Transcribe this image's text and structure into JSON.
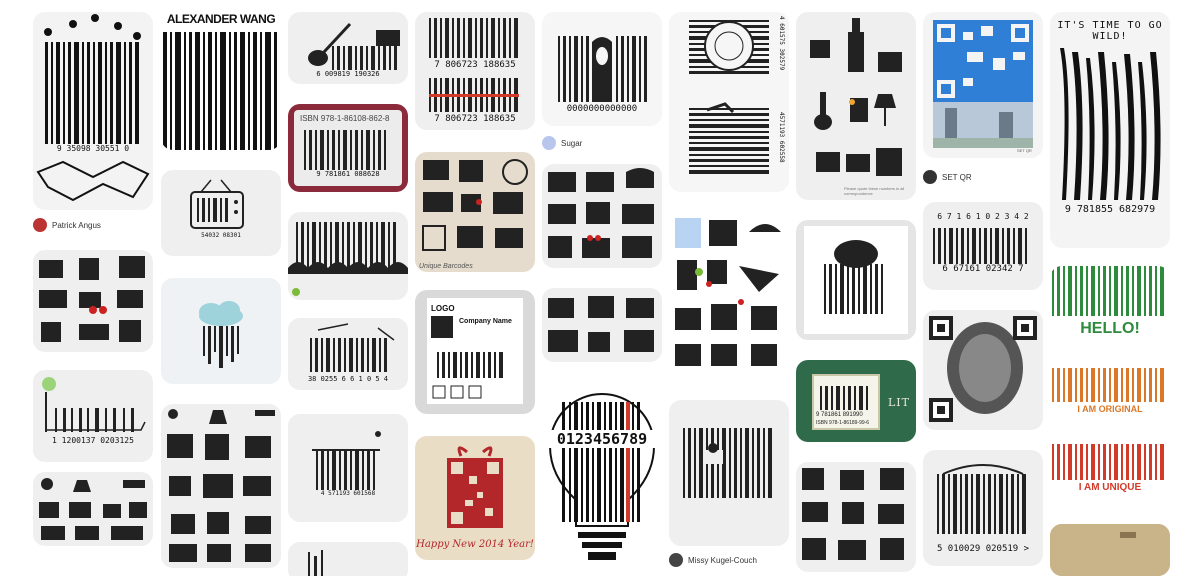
{
  "feed": {
    "attributions": {
      "patrick": "Patrick Angus",
      "sugar": "Sugar",
      "setqr": "SET QR",
      "missy": "Missy Kugel-Couch"
    },
    "pins": {
      "c1p1_digits": "9  35098  30551  0",
      "c1p4_digits": "1  1200137  0203125",
      "c2p1_brand": "ALEXANDER WANG",
      "c2p2_digits": "54032 08301",
      "c3p1_digits": "6  009819  190326",
      "c3p2_isbn": "ISBN 978-1-86108-862-8",
      "c3p2_digits": "9  781861  088628",
      "c3p5_digits": "38 0255  6 6 1 0 5 4",
      "c3p6_digits": "4  571193  601568",
      "c4p1_digits_a": "7  806723  188635",
      "c4p1_digits_b": "7  806723  188635",
      "c4p2_tag": "Unique Barcodes",
      "c4p3_logo": "LOGO",
      "c4p3_company": "Company Name",
      "c4p4_greeting": "Happy New 2014 Year!",
      "c5p1_digits": "0000000000000",
      "c5p4_number": "0123456789",
      "c6p1_digits": "4  601575  302579",
      "c6p1_digits_b": "4571193  602558",
      "c7p1_note": "Please quote these numbers in all correspondence",
      "c7p3_brand": "LIT",
      "c7p3_isbn": "ISBN 978-1-86189-99-6",
      "c7p3_digits": "9  781861  891990",
      "c8p1_tag": "SET QR",
      "c8p2_digits_top": "6 7 1 6 1 0 2 3 4 2",
      "c8p2_digits": "6  67161  02342  7",
      "c8p4_digits": "5  010029  020519  >",
      "c9p1_title": "IT'S TIME TO GO WILD!",
      "c9p1_digits": "9  781855  682979",
      "c9p2_hello": "HELLO!",
      "c9p2_original": "I AM ORIGINAL",
      "c9p2_unique": "I AM UNIQUE"
    }
  },
  "colors": {
    "hello_green": "#2e8b3e",
    "original_orange": "#d9782a",
    "unique_red": "#d23a2a",
    "card_bg": "#efefef",
    "gift_bg": "#e8dcc8",
    "lit_green": "#2f6b4a",
    "qr_blue": "#2f7fd6"
  }
}
